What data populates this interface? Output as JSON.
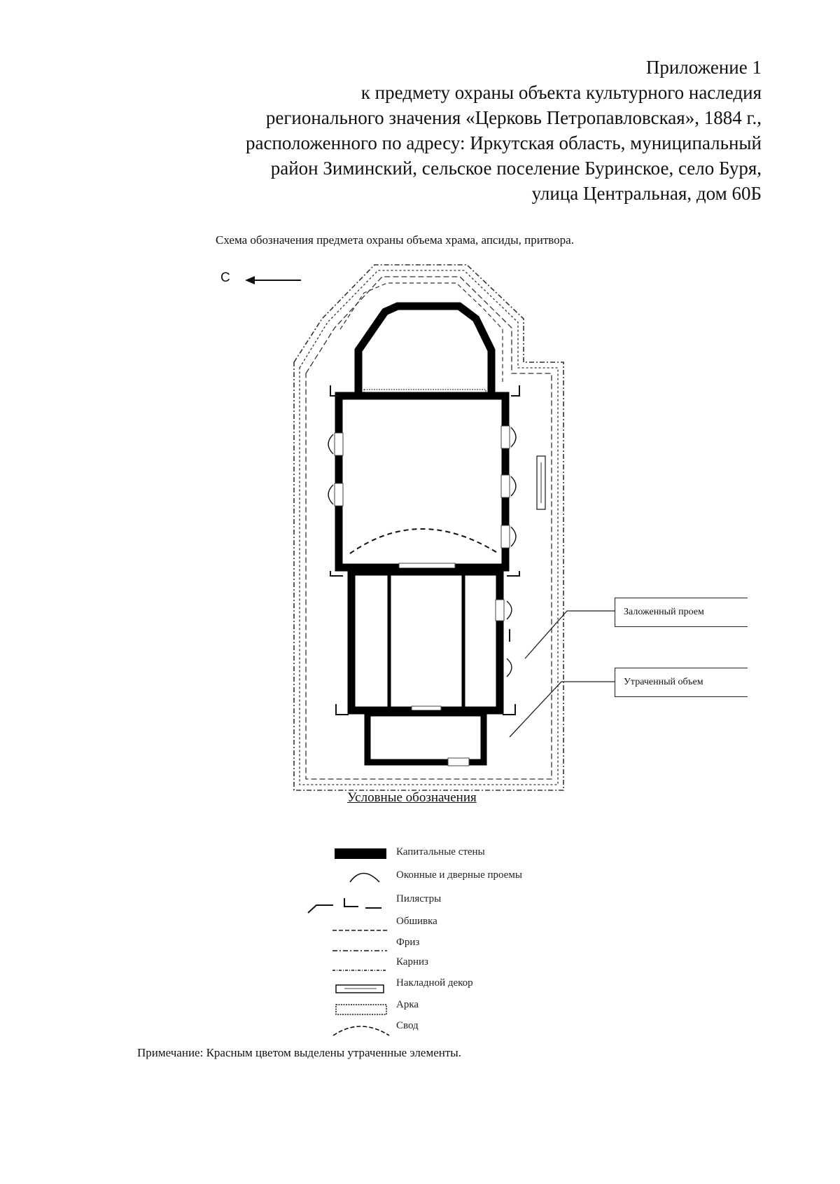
{
  "header": {
    "line1": "Приложение 1",
    "line2": "к предмету охраны объекта культурного наследия",
    "line3": "регионального значения «Церковь Петропавловская», 1884 г.,",
    "line4": "расположенного по адресу: Иркутская область, муниципальный",
    "line5": "район Зиминский, сельское поселение Буринское, село Буря,",
    "line6": "улица Центральная, дом 60Б"
  },
  "scheme_title": "Схема обозначения предмета охраны объема храма, апсиды, притвора.",
  "north_label": "С",
  "callouts": {
    "blocked_opening": "Заложенный проем",
    "lost_volume": "Утраченный объем"
  },
  "legend": {
    "title": "Условные обозначения",
    "items": [
      {
        "label": "Капитальные стены",
        "symbol": "capital-walls-symbol"
      },
      {
        "label": "Оконные и дверные проемы",
        "symbol": "openings-symbol"
      },
      {
        "label": "Пилястры",
        "symbol": "pilasters-symbol"
      },
      {
        "label": "Обшивка",
        "symbol": "cladding-symbol"
      },
      {
        "label": "Фриз",
        "symbol": "frieze-symbol"
      },
      {
        "label": "Карниз",
        "symbol": "cornice-symbol"
      },
      {
        "label": "Накладной декор",
        "symbol": "overlay-decor-symbol"
      },
      {
        "label": "Арка",
        "symbol": "arch-symbol"
      },
      {
        "label": "Свод",
        "symbol": "vault-symbol"
      }
    ]
  },
  "note": "Примечание: Красным цветом выделены утраченные элементы."
}
